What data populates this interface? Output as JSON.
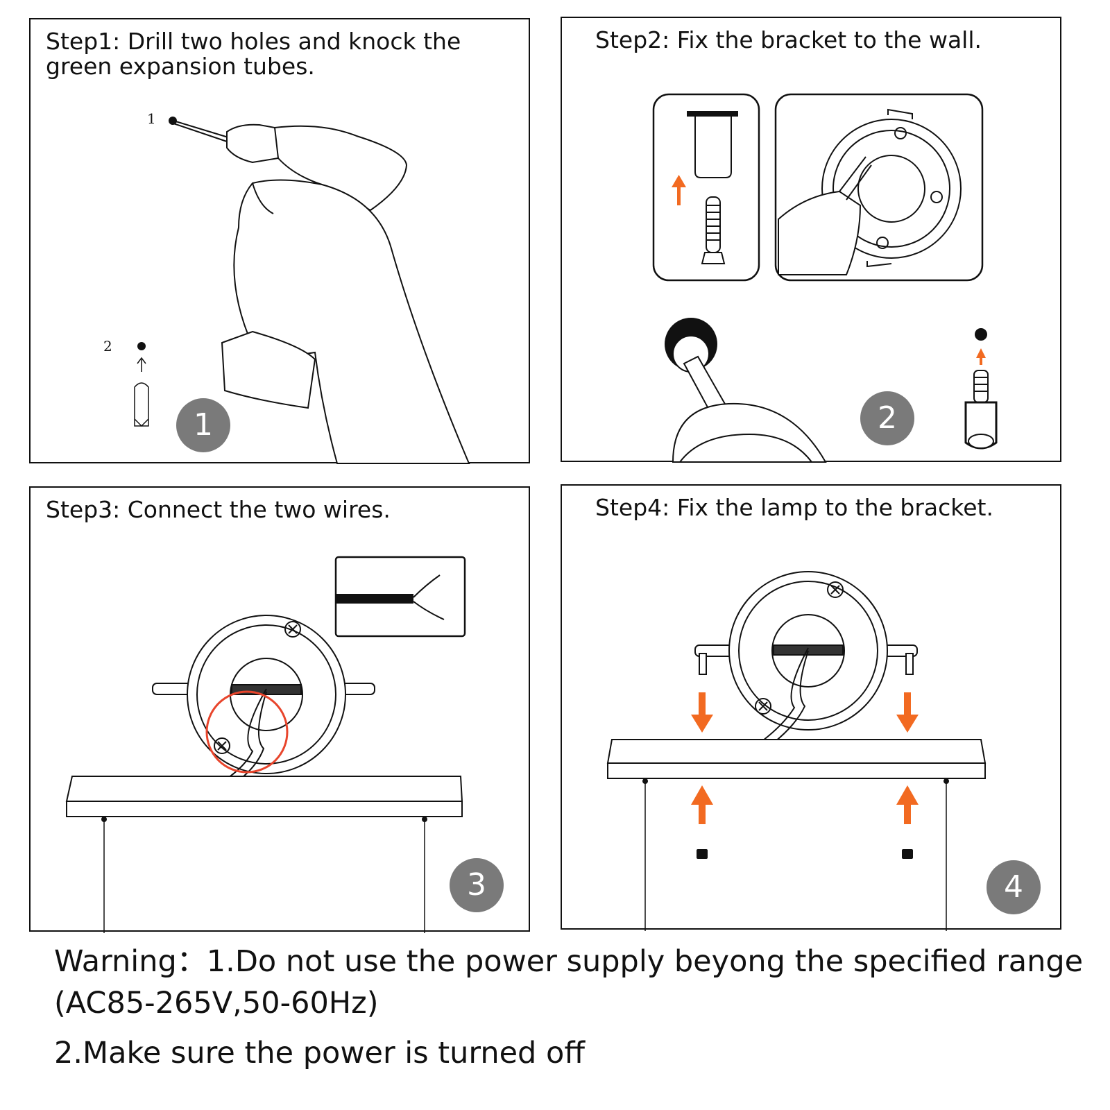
{
  "steps": [
    {
      "title": "Step1: Drill two holes and knock the green expansion tubes.",
      "badge": "1",
      "labels": [
        "1",
        "2"
      ]
    },
    {
      "title": "Step2: Fix the bracket to the wall.",
      "badge": "2"
    },
    {
      "title": "Step3: Connect the two wires.",
      "badge": "3"
    },
    {
      "title": "Step4: Fix the lamp to the bracket.",
      "badge": "4"
    }
  ],
  "warning": {
    "line1": "Warning：1.Do not use the power supply beyong the specified range",
    "line2": "(AC85-265V,50-60Hz)",
    "line3": "2.Make sure the power is turned off"
  },
  "colors": {
    "accent_orange": "#f26a21",
    "highlight_red": "#e8452c",
    "badge_gray": "#7a7a7a",
    "line": "#111111"
  }
}
